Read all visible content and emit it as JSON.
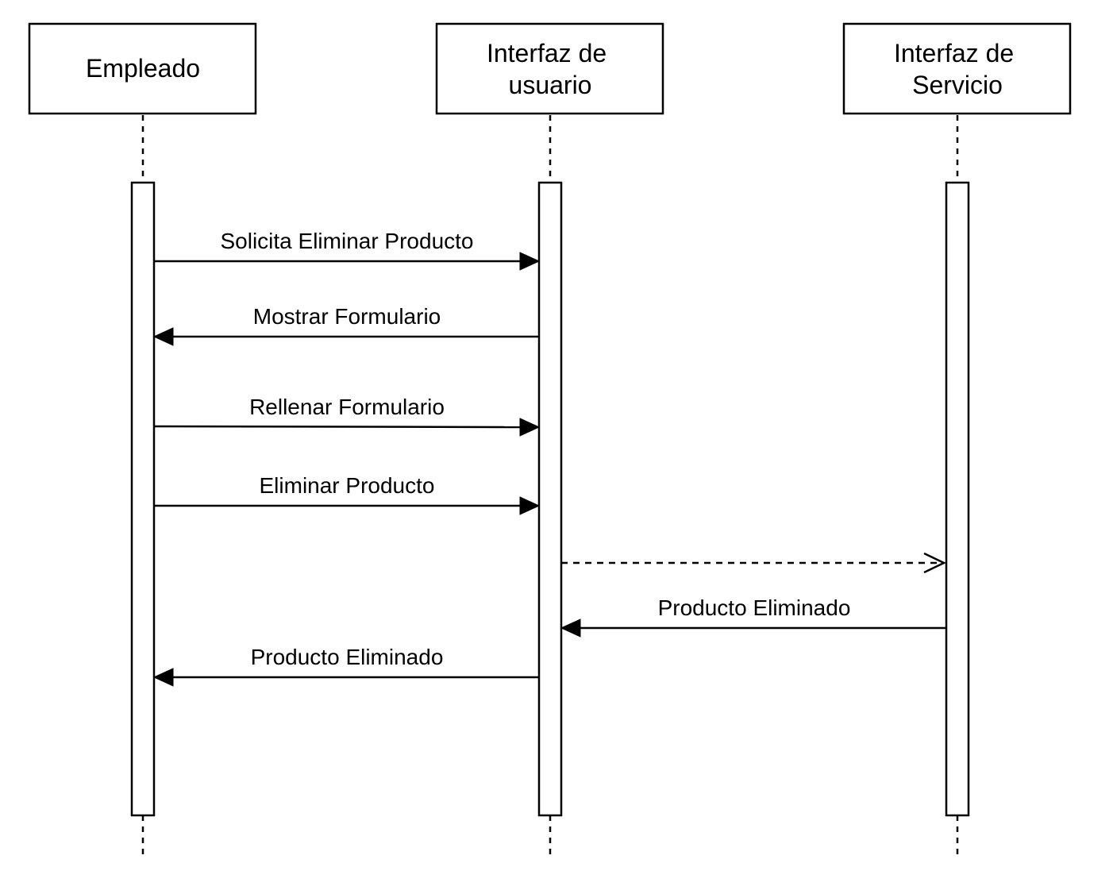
{
  "participants": [
    {
      "id": "empleado",
      "lines": [
        "Empleado"
      ]
    },
    {
      "id": "ui",
      "lines": [
        "Interfaz de",
        "usuario"
      ]
    },
    {
      "id": "servicio",
      "lines": [
        "Interfaz de",
        "Servicio"
      ]
    }
  ],
  "messages": [
    {
      "from": "empleado",
      "to": "ui",
      "label": "Solicita Eliminar Producto",
      "style": "solid"
    },
    {
      "from": "ui",
      "to": "empleado",
      "label": "Mostrar Formulario",
      "style": "solid"
    },
    {
      "from": "empleado",
      "to": "ui",
      "label": "Rellenar Formulario",
      "style": "solid"
    },
    {
      "from": "empleado",
      "to": "ui",
      "label": "Eliminar Producto",
      "style": "solid"
    },
    {
      "from": "ui",
      "to": "servicio",
      "label": "",
      "style": "dashed"
    },
    {
      "from": "servicio",
      "to": "ui",
      "label": "Producto Eliminado",
      "style": "solid"
    },
    {
      "from": "ui",
      "to": "empleado",
      "label": "Producto Eliminado",
      "style": "solid"
    }
  ]
}
